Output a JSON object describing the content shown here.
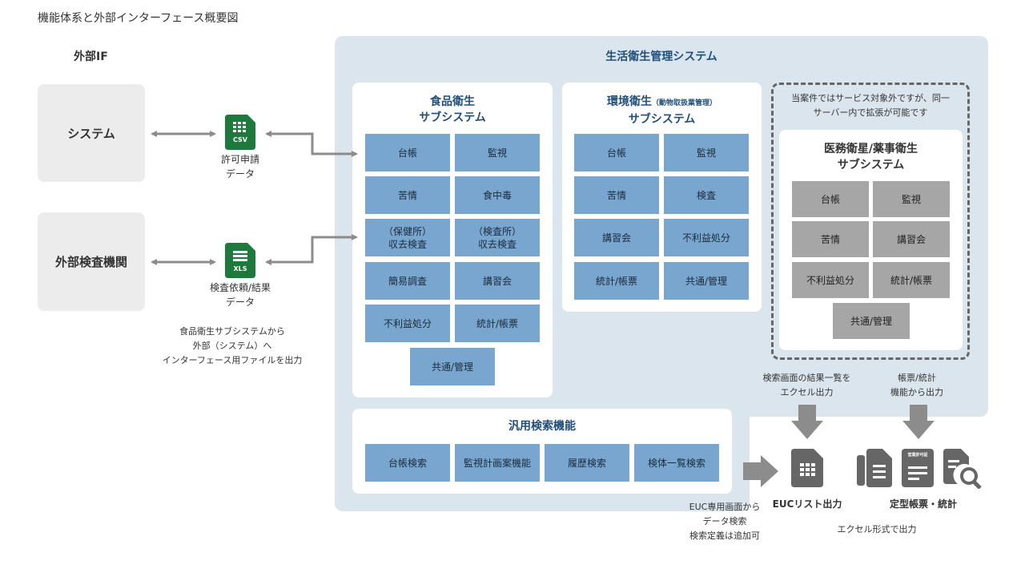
{
  "title": "機能体系と外部インターフェース概要図",
  "external": {
    "heading": "外部IF",
    "system_box": "システム",
    "lab_box": "外部検査機関",
    "csv_label": "CSV",
    "csv_caption_1": "許可申請",
    "csv_caption_2": "データ",
    "xls_label": "XLS",
    "xls_caption_1": "検査依頼/結果",
    "xls_caption_2": "データ",
    "note_1": "食品衛生サブシステムから",
    "note_2": "外部（システム）へ",
    "note_3": "インターフェース用ファイルを出力"
  },
  "system": {
    "title": "生活衛生管理システム",
    "food": {
      "title_1": "食品衛生",
      "title_2": "サブシステム",
      "cells": [
        "台帳",
        "監視",
        "苦情",
        "食中毒",
        "（保健所）\n収去検査",
        "（検査所）\n収去検査",
        "簡易調査",
        "講習会",
        "不利益処分",
        "統計/帳票",
        "共通/管理"
      ]
    },
    "env": {
      "title_1": "環境衛生",
      "title_sub": "（動物取扱業管理）",
      "title_2": "サブシステム",
      "cells": [
        "台帳",
        "監視",
        "苦情",
        "検査",
        "講習会",
        "不利益処分",
        "統計/帳票",
        "共通/管理"
      ]
    },
    "medical": {
      "note_1": "当案件ではサービス対象外ですが、同一",
      "note_2": "サーバー内で拡張が可能です",
      "title_1": "医務衛星/薬事衛生",
      "title_2": "サブシステム",
      "cells": [
        "台帳",
        "監視",
        "苦情",
        "講習会",
        "不利益処分",
        "統計/帳票",
        "共通/管理"
      ]
    },
    "search": {
      "title": "汎用検索機能",
      "cells": [
        "台帳検索",
        "監視計画案機能",
        "履歴検索",
        "検体一覧検索"
      ]
    }
  },
  "outputs": {
    "search_note_1": "検索画面の結果一覧を",
    "search_note_2": "エクセル出力",
    "report_note_1": "帳票/統計",
    "report_note_2": "機能から出力",
    "euc_label": "EUCリスト出力",
    "report_label": "定型帳票・統計",
    "excel_note": "エクセル形式で出力",
    "euc_note_1": "EUC専用画面から",
    "euc_note_2": "データ検索",
    "euc_note_3": "検索定義は追加可",
    "permit_icon_text": "営業許可証"
  },
  "colors": {
    "panel": "#dbe5ee",
    "cell_blue": "#78a6cf",
    "cell_gray": "#a6a6a6",
    "title_blue": "#1f4e79",
    "icon_green": "#1e7a3c",
    "arrow_gray": "#8c8c8c"
  }
}
